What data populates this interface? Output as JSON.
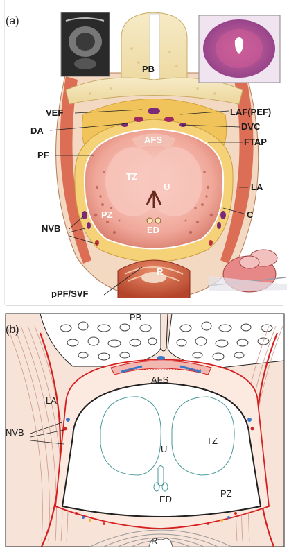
{
  "panel_a": {
    "letter": "(a)",
    "labels": {
      "pb": "PB",
      "vef": "VEF",
      "laf": "LAF(PEF)",
      "da": "DA",
      "dvc": "DVC",
      "afs": "AFS",
      "ftap": "FTAP",
      "pf": "PF",
      "tz": "TZ",
      "u": "U",
      "la": "LA",
      "pz": "PZ",
      "c": "C",
      "nvb": "NVB",
      "ed": "ED",
      "r": "R",
      "ppf": "pPF/SVF"
    }
  },
  "panel_b": {
    "letter": "(b)",
    "labels": {
      "pb": "PB",
      "afs": "AFS",
      "la": "LA",
      "nvb": "NVB",
      "tz": "TZ",
      "u": "U",
      "ed": "ED",
      "pz": "PZ",
      "r": "R"
    }
  },
  "colors": {
    "bone": "#f2e2b4",
    "fat": "#f0c45a",
    "muscle": "#d9624a",
    "prostate": "#f3b1a6",
    "rectum": "#c85a3a",
    "vessel_red": "#d62020",
    "vessel_blue": "#3a78c8"
  }
}
